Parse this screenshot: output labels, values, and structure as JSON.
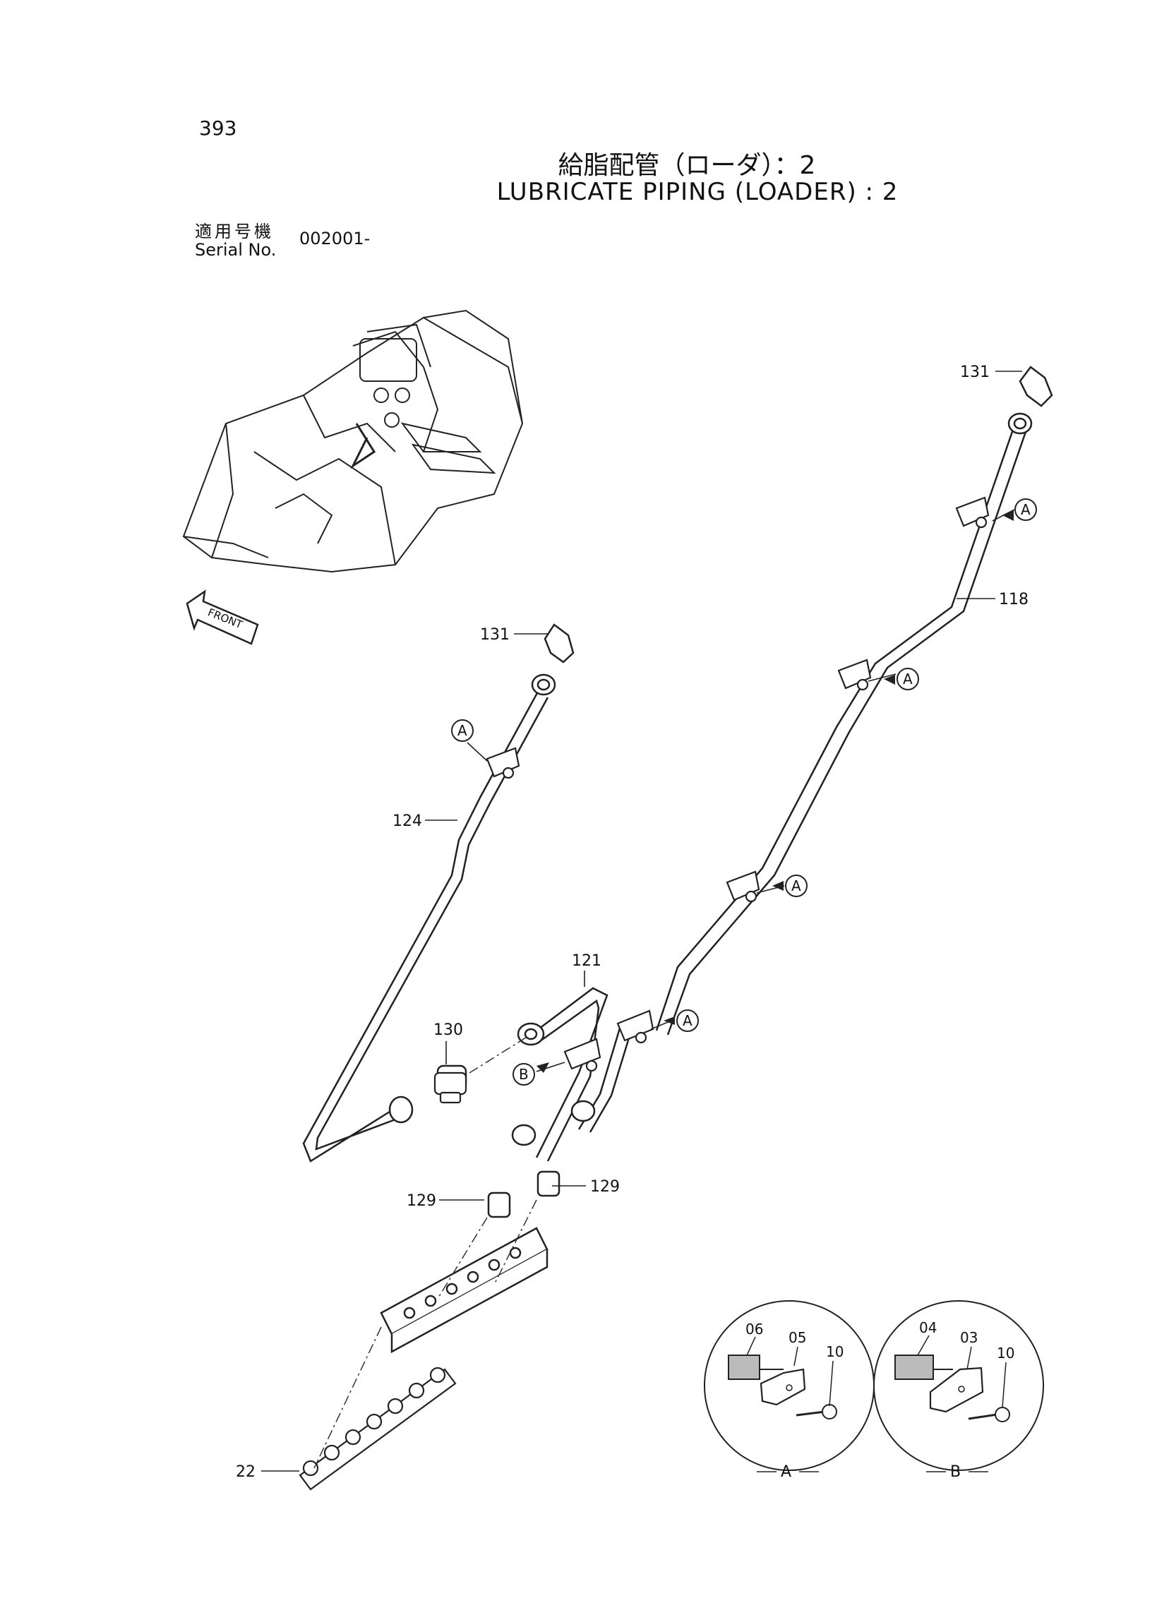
{
  "page": {
    "number": "393",
    "title_jp": "給脂配管（ローダ）：2",
    "title_en": "LUBRICATE PIPING (LOADER) : 2",
    "serial_label_jp": "適用号機",
    "serial_label_en": "Serial No.",
    "serial_value": "002001-"
  },
  "diagram": {
    "front_label": "FRONT",
    "callouts": {
      "c131_top": "131",
      "c118": "118",
      "c131_left": "131",
      "c124": "124",
      "c121": "121",
      "c130": "130",
      "c129_left": "129",
      "c129_right": "129",
      "c22": "22"
    },
    "markers": {
      "a1": "A",
      "a2": "A",
      "a3": "A",
      "a4": "A",
      "a5": "A",
      "b1": "B"
    },
    "detail_a": {
      "label": "A",
      "parts": {
        "p1": "06",
        "p2": "05",
        "p3": "10"
      }
    },
    "detail_b": {
      "label": "B",
      "parts": {
        "p1": "04",
        "p2": "03",
        "p3": "10"
      }
    }
  }
}
